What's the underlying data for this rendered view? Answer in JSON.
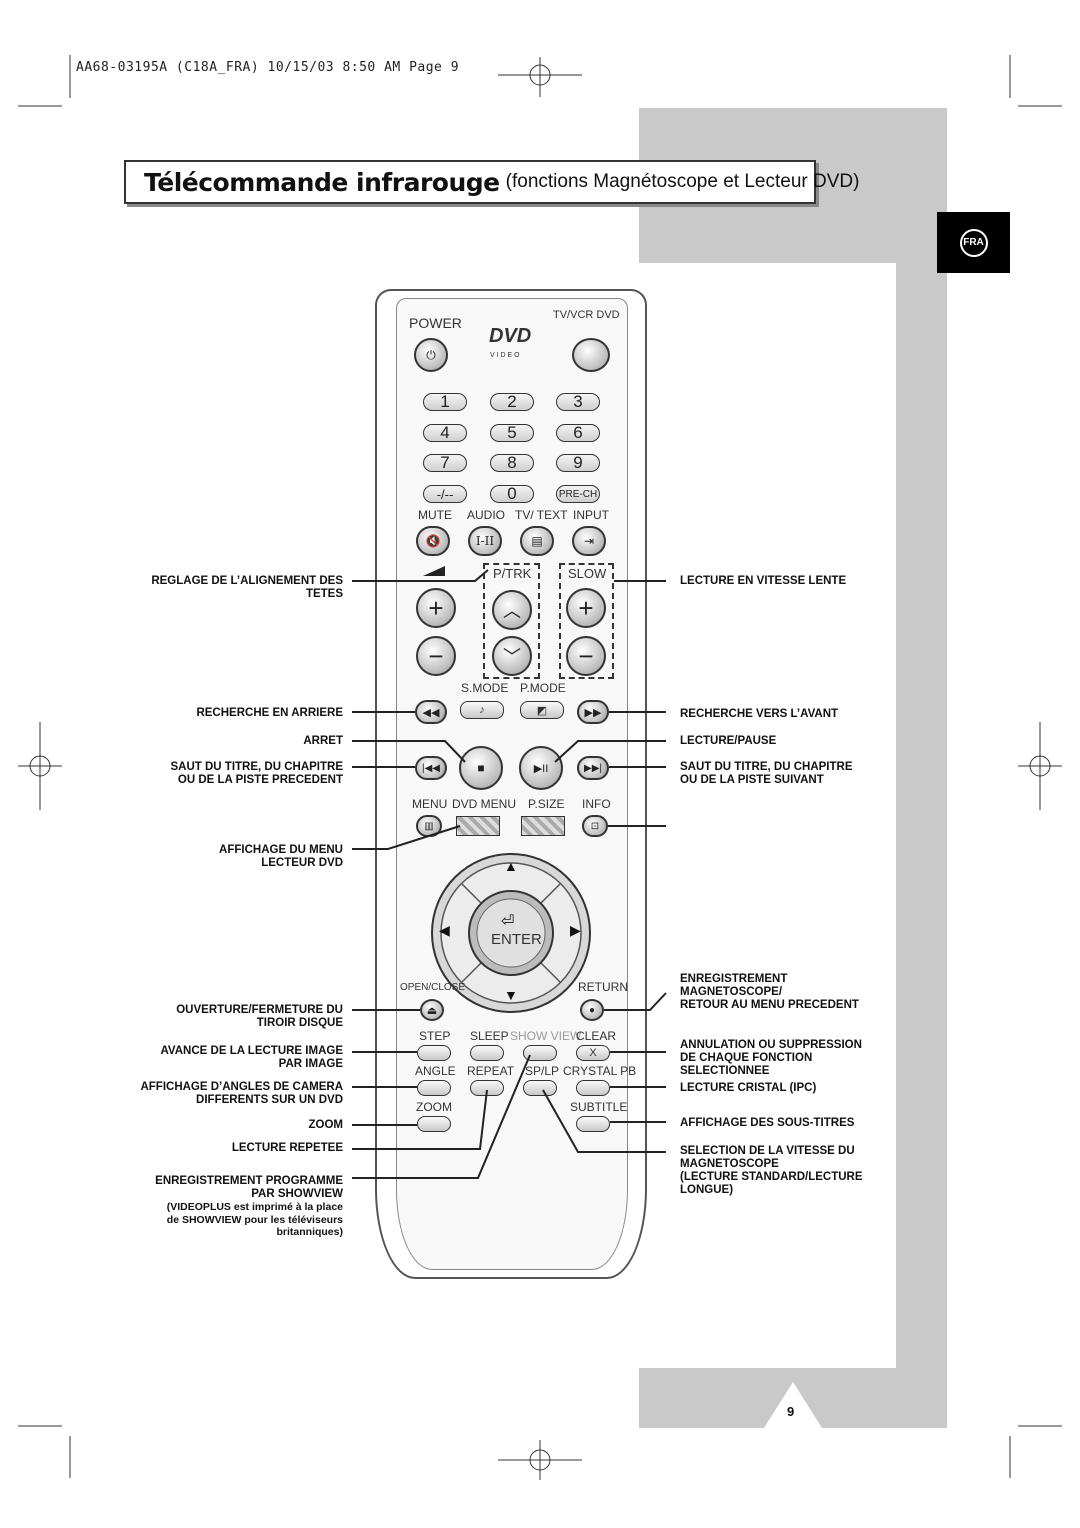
{
  "print_header": "AA68-03195A (C18A_FRA)   10/15/03   8:50 AM   Page 9",
  "title": {
    "main": "Télécommande infrarouge",
    "sub": "(fonctions Magnétoscope et Lecteur DVD)"
  },
  "language_tab": "FRA",
  "page_number": "9",
  "remote": {
    "power": "POWER",
    "tv_vcr_dvd": "TV/VCR  DVD",
    "dvd_logo": "DVD",
    "dvd_video": "V I D E O",
    "numbers": [
      "1",
      "2",
      "3",
      "4",
      "5",
      "6",
      "7",
      "8",
      "9",
      "-/--",
      "0",
      "PRE-CH"
    ],
    "row_labels": [
      "MUTE",
      "AUDIO",
      "TV/ TEXT",
      "INPUT"
    ],
    "audio_btn": "I-II",
    "ptrk": "P/TRK",
    "slow": "SLOW",
    "smode": "S.MODE",
    "pmode": "P.MODE",
    "menu_row": [
      "MENU",
      "DVD MENU",
      "P.SIZE",
      "INFO"
    ],
    "enter": "ENTER",
    "open_close": "OPEN/CLOSE",
    "return": "RETURN",
    "step_row": [
      "STEP",
      "SLEEP",
      "SHOW VIEW",
      "CLEAR"
    ],
    "clear_btn": "X",
    "angle_row": [
      "ANGLE",
      "REPEAT",
      "SP/LP",
      "CRYSTAL PB"
    ],
    "zoom_row": [
      "ZOOM",
      "SUBTITLE"
    ]
  },
  "labels_left": [
    {
      "text": "REGLAGE DE L’ALIGNEMENT DES\nTETES"
    },
    {
      "text": "RECHERCHE EN ARRIERE"
    },
    {
      "text": "ARRET"
    },
    {
      "text": "SAUT DU TITRE, DU CHAPITRE\nOU DE LA PISTE PRECEDENT"
    },
    {
      "text": "AFFICHAGE DU MENU\nLECTEUR DVD"
    },
    {
      "text": "OUVERTURE/FERMETURE DU\nTIROIR DISQUE"
    },
    {
      "text": "AVANCE DE LA LECTURE IMAGE\nPAR IMAGE"
    },
    {
      "text": "AFFICHAGE D’ANGLES DE CAMERA\nDIFFERENTS SUR UN DVD"
    },
    {
      "text": "ZOOM"
    },
    {
      "text": "LECTURE REPETEE"
    },
    {
      "text": "ENREGISTREMENT PROGRAMME\nPAR SHOWVIEW"
    }
  ],
  "note_left": "(VIDEOPLUS est imprimé à la place\nde SHOWVIEW pour les téléviseurs\nbritanniques)",
  "labels_right": [
    {
      "text": "LECTURE EN VITESSE LENTE"
    },
    {
      "text": "RECHERCHE VERS L’AVANT"
    },
    {
      "text": "LECTURE/PAUSE"
    },
    {
      "text": "SAUT DU TITRE, DU CHAPITRE\nOU DE LA PISTE SUIVANT"
    },
    {
      "text": "ENREGISTREMENT\nMAGNETOSCOPE/\nRETOUR AU MENU PRECEDENT"
    },
    {
      "text": "ANNULATION OU SUPPRESSION\nDE CHAQUE FONCTION\nSELECTIONNEE"
    },
    {
      "text": "LECTURE CRISTAL (IPC)"
    },
    {
      "text": "AFFICHAGE DES SOUS-TITRES"
    },
    {
      "text": "SELECTION DE LA VITESSE DU\nMAGNETOSCOPE\n(LECTURE STANDARD/LECTURE\nLONGUE)"
    }
  ]
}
